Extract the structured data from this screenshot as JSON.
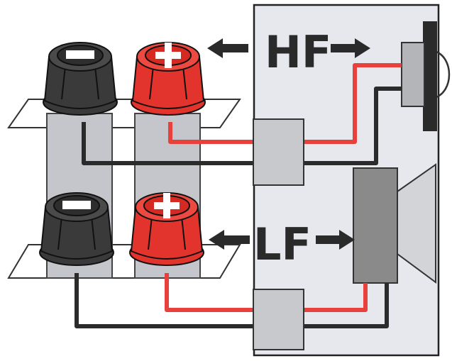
{
  "labels": {
    "hf": "HF",
    "lf": "LF"
  },
  "terminals": [
    {
      "name": "hf-negative",
      "polarity": "-",
      "color": "black"
    },
    {
      "name": "hf-positive",
      "polarity": "+",
      "color": "red"
    },
    {
      "name": "lf-negative",
      "polarity": "-",
      "color": "black"
    },
    {
      "name": "lf-positive",
      "polarity": "+",
      "color": "red"
    }
  ],
  "colors": {
    "positive_wire": "#e8403a",
    "negative_wire": "#2b2b2b",
    "terminal_red": "#e2342c",
    "terminal_black": "#3a3a3a",
    "panel": "#e6e8ee",
    "component": "#c8c9cc",
    "woofer": "#8a8a8a"
  },
  "icons": {
    "arrow": "arrow-icon",
    "plus": "plus-icon",
    "minus": "minus-icon"
  }
}
